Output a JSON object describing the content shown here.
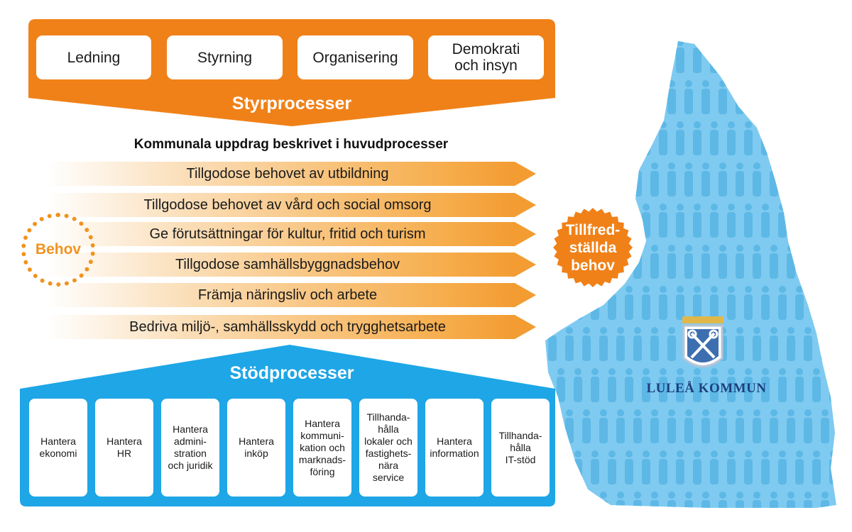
{
  "colors": {
    "orange": "#f08118",
    "orange_light": "#f6ad4c",
    "blue": "#1ea6e6",
    "map_blue": "#7fcaf0",
    "people_blue": "#5db8e6",
    "logo_navy": "#1c3f7f"
  },
  "styrprocesser": {
    "title": "Styrprocesser",
    "items": [
      {
        "label": "Ledning"
      },
      {
        "label": "Styrning"
      },
      {
        "label": "Organisering"
      },
      {
        "label": "Demokrati\noch insyn"
      }
    ]
  },
  "main": {
    "heading": "Kommunala uppdrag beskrivet i huvudprocesser",
    "processes": [
      {
        "label": "Tillgodose behovet av utbildning"
      },
      {
        "label": "Tillgodose behovet av vård och social omsorg"
      },
      {
        "label": "Ge förutsättningar för kultur, fritid och turism"
      },
      {
        "label": "Tillgodose samhällsbyggnadsbehov"
      },
      {
        "label": "Främja näringsliv och arbete"
      },
      {
        "label": "Bedriva miljö-, samhällsskydd och trygghetsarbete"
      }
    ]
  },
  "behov": {
    "label": "Behov"
  },
  "result": {
    "label": "Tillfred-\nställda\nbehov"
  },
  "stodprocesser": {
    "title": "Stödprocesser",
    "items": [
      {
        "label": "Hantera\nekonomi"
      },
      {
        "label": "Hantera\nHR"
      },
      {
        "label": "Hantera\nadmini-\nstration\noch juridik"
      },
      {
        "label": "Hantera\ninköp"
      },
      {
        "label": "Hantera\nkommuni-\nkation och\nmarknads-\nföring"
      },
      {
        "label": "Tillhanda-\nhålla\nlokaler och\nfastighets-\nnära\nservice"
      },
      {
        "label": "Hantera\ninformation"
      },
      {
        "label": "Tillhanda-\nhålla\nIT-stöd"
      }
    ]
  },
  "logo": {
    "name": "LULEÅ KOMMUN",
    "icon": "crossed-keys-crest"
  }
}
